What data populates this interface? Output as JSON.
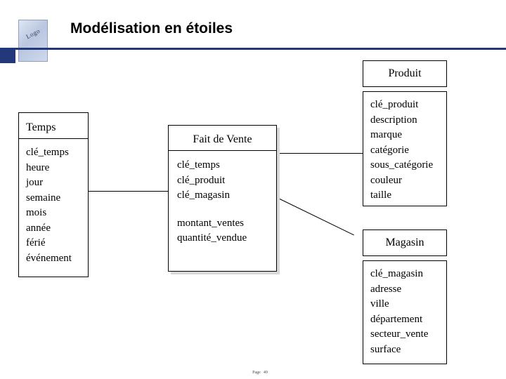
{
  "slide": {
    "title": "Modélisation en étoiles",
    "logo_text": "Logo",
    "footer_label": "Page",
    "footer_page": "49"
  },
  "diagram": {
    "temps": {
      "title": "Temps",
      "fields": "clé_temps\nheure\njour\nsemaine\nmois\nannée\nférié\névénement"
    },
    "fait": {
      "title": "Fait de Vente",
      "keys": "clé_temps\nclé_produit\nclé_magasin",
      "measures": "montant_ventes\nquantité_vendue"
    },
    "produit": {
      "title": "Produit",
      "fields": "clé_produit\ndescription\nmarque\ncatégorie\nsous_catégorie\ncouleur\ntaille"
    },
    "magasin": {
      "title": "Magasin",
      "fields": "clé_magasin\nadresse\nville\ndépartement\nsecteur_vente\nsurface"
    }
  },
  "colors": {
    "rule": "#23387a",
    "shadow": "#d9d9d9",
    "border": "#000000"
  }
}
